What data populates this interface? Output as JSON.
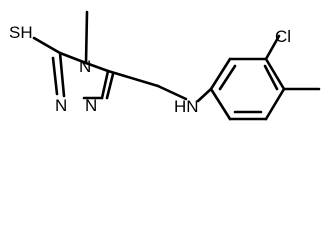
{
  "molecule": {
    "labels": {
      "thiol": "SH",
      "methyl_n": "",
      "ring_n1": "N",
      "ring_n2": "N",
      "ring_n4": "N",
      "amine": "HN",
      "chloro": "Cl"
    },
    "colors": {
      "bond": "#000000",
      "text": "#000000",
      "background": "#ffffff"
    }
  }
}
